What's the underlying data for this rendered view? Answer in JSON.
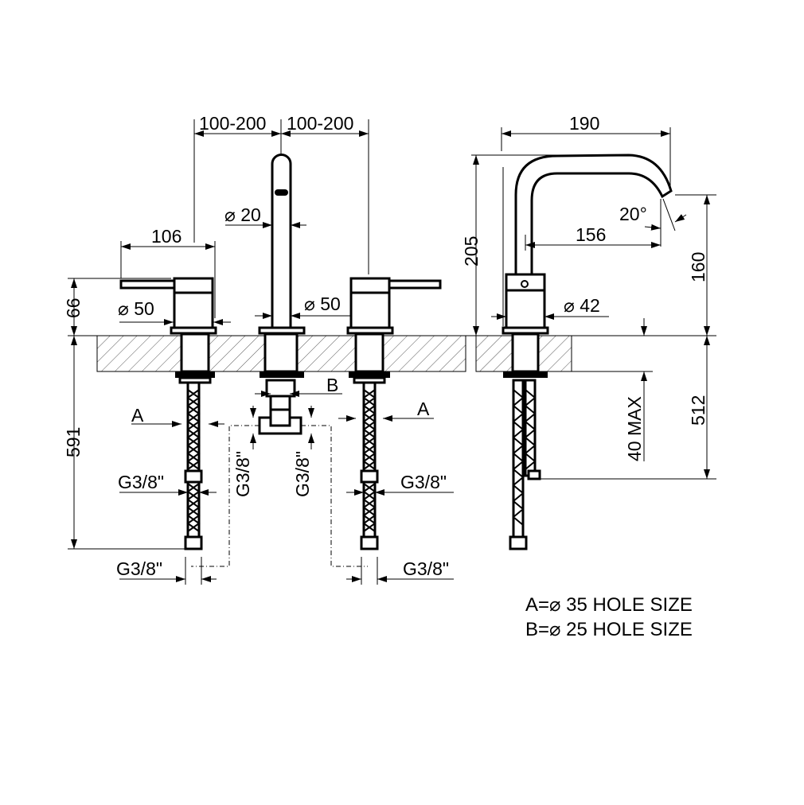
{
  "drawing": {
    "front_view": {
      "spacing_left": "100-200",
      "spacing_right": "100-200",
      "lever_length": "106",
      "spout_diameter": "⌀ 20",
      "handle_height": "66",
      "handle_diameter_left": "⌀ 50",
      "handle_diameter_right": "⌀ 50",
      "below_deck_length": "591",
      "hole_a_left": "A",
      "hole_b": "B",
      "hole_a_right": "A",
      "thread_left_upper": "G3/8\"",
      "thread_right_upper": "G3/8\"",
      "thread_left_lower": "G3/8\"",
      "thread_right_lower": "G3/8\"",
      "thread_center_left": "G3/8\"",
      "thread_center_right": "G3/8\""
    },
    "side_view": {
      "spout_reach": "190",
      "total_height": "205",
      "angle": "20°",
      "outlet_reach": "156",
      "outlet_height": "160",
      "base_diameter": "⌀ 42",
      "max_deck_thickness": "40 MAX",
      "hose_length": "512"
    },
    "legend": {
      "a": "A=⌀ 35 HOLE SIZE",
      "b": "B=⌀ 25 HOLE SIZE"
    }
  }
}
